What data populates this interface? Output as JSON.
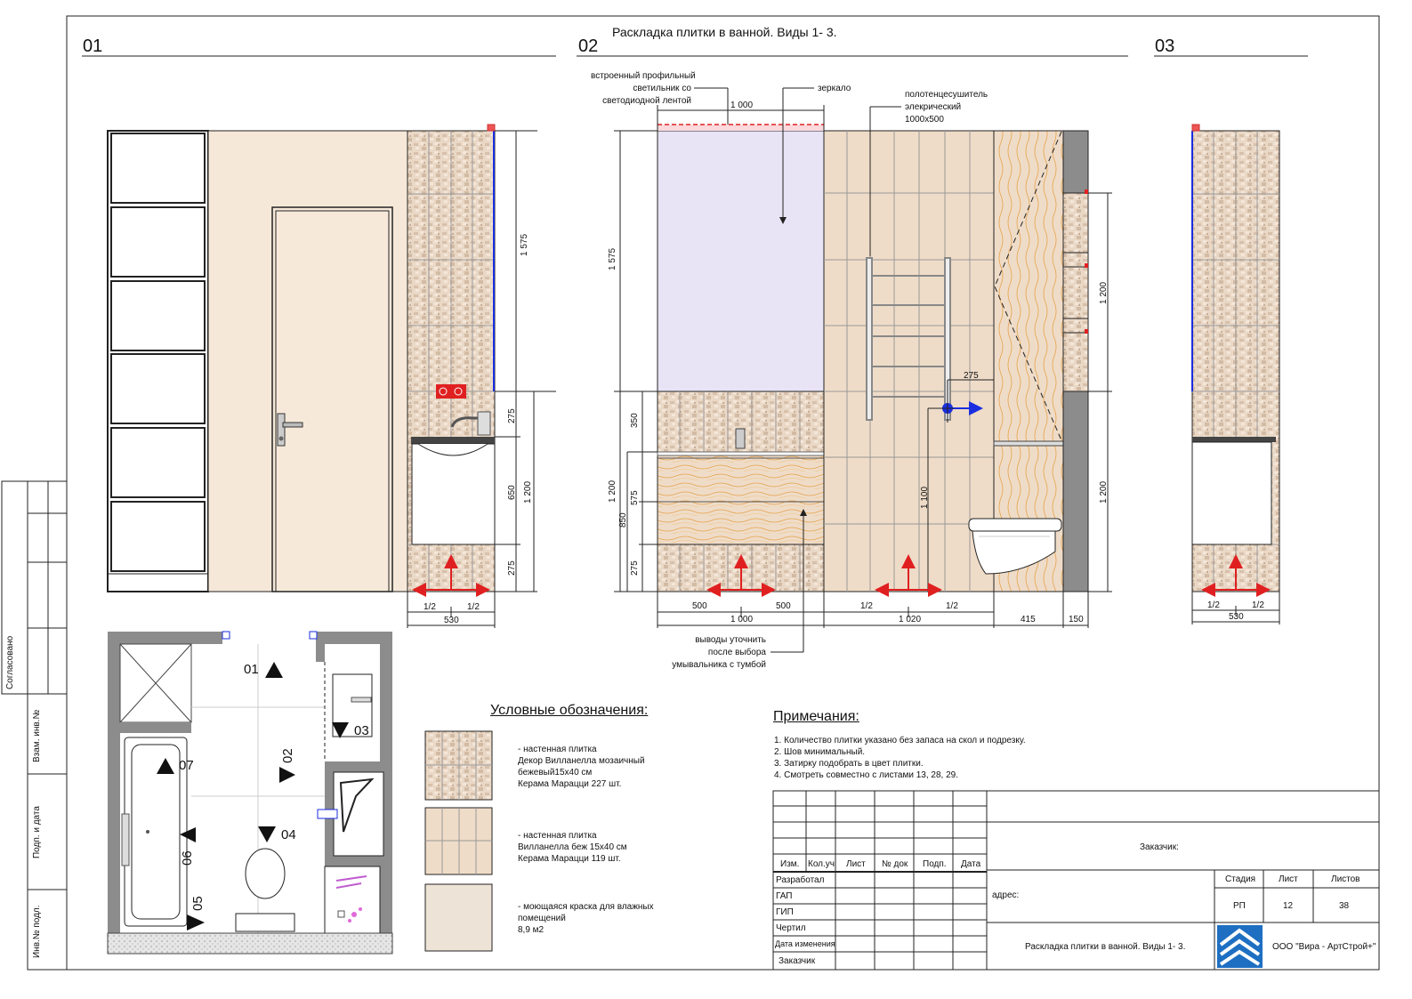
{
  "sheet": {
    "title": "Раскладка плитки в ванной. Виды 1- 3.",
    "view_labels": [
      "01",
      "02",
      "03"
    ]
  },
  "view02_annotations": {
    "light": [
      "встроенный профильный",
      "светильник со",
      "светодиодной лентой"
    ],
    "mirror": "зеркало",
    "towel": [
      "полотенцесушитель",
      "элекрический",
      "1000х500"
    ],
    "outlets": [
      "выводы уточнить",
      "после выбора",
      "умывальника с тумбой"
    ]
  },
  "dimensions": {
    "v1_h1575": "1 575",
    "v1_h275a": "275",
    "v1_h650": "650",
    "v1_h1200": "1 200",
    "v1_h275b": "275",
    "v1_half1": "1/2",
    "v1_half2": "1/2",
    "v1_w530": "530",
    "v2_w1000_top": "1 000",
    "v2_h1575": "1 575",
    "v2_h350": "350",
    "v2_h1200": "1 200",
    "v2_h575": "575",
    "v2_h850": "850",
    "v2_h275": "275",
    "v2_w500a": "500",
    "v2_w500b": "500",
    "v2_w1000": "1 000",
    "v2_half1": "1/2",
    "v2_half2": "1/2",
    "v2_w1020": "1 020",
    "v2_w415": "415",
    "v2_w150": "150",
    "v2_h275_towel": "275",
    "v2_h1100": "1 100",
    "v2_h1200_right_top": "1 200",
    "v2_h1200_right_bot": "1 200",
    "v3_half1": "1/2",
    "v3_half2": "1/2",
    "v3_w530": "530"
  },
  "plan_markers": {
    "m01": "01",
    "m02": "02",
    "m03": "03",
    "m04": "04",
    "m05": "05",
    "m06": "06",
    "m07": "07"
  },
  "legend": {
    "heading": "Условные обозначения:",
    "items": [
      {
        "lines": [
          "- настенная плитка",
          "Декор Вилланелла мозаичный",
          "бежевый15х40 см",
          "Керама Марацци 227 шт."
        ]
      },
      {
        "lines": [
          "- настенная плитка",
          "Вилланелла беж 15х40 см",
          "Керама Марацци 119 шт."
        ]
      },
      {
        "lines": [
          "- моющаяся краска для влажных",
          "помещений",
          "8,9 м2"
        ]
      }
    ]
  },
  "notes": {
    "heading": "Примечания:",
    "items": [
      "1. Количество плитки указано без запаса на скол и подрезку.",
      "2. Шов минимальный.",
      "3. Затирку подобрать в цвет плитки.",
      "4. Смотреть совместно с листами 13, 28, 29."
    ]
  },
  "side_stamp": {
    "agreed": "Согласовано",
    "inv_replace": "Взам. инв.№",
    "sign_date": "Подп. и дата",
    "inv_orig": "Инв.№ подл."
  },
  "title_block": {
    "headers": [
      "Изм.",
      "Кол.уч",
      "Лист",
      "№ док",
      "Подп.",
      "Дата"
    ],
    "roles": [
      "Разработал",
      "ГАП",
      "ГИП",
      "Чертил",
      "Дата изменения",
      "Заказчик"
    ],
    "customer_label": "Заказчик:",
    "address_label": "адрес:",
    "stage_header": "Стадия",
    "sheet_header": "Лист",
    "sheets_header": "Листов",
    "stage_value": "РП",
    "sheet_value": "12",
    "sheets_value": "38",
    "sheet_title": "Раскладка плитки в ванной. Виды 1- 3.",
    "company": "ООО \"Вира - АртСтрой+\""
  },
  "colors": {
    "mosaic_tile": "#e8d6c4",
    "beige_tile": "#efdcc8",
    "paint": "#ede3d6",
    "wall_paint": "#f6e8d8",
    "door": "#f7e9da",
    "wall_gray": "#8c8c8c",
    "arrow_red": "#e02020",
    "arrow_blue": "#1a2ee0",
    "logo_blue": "#1e6fc2"
  }
}
